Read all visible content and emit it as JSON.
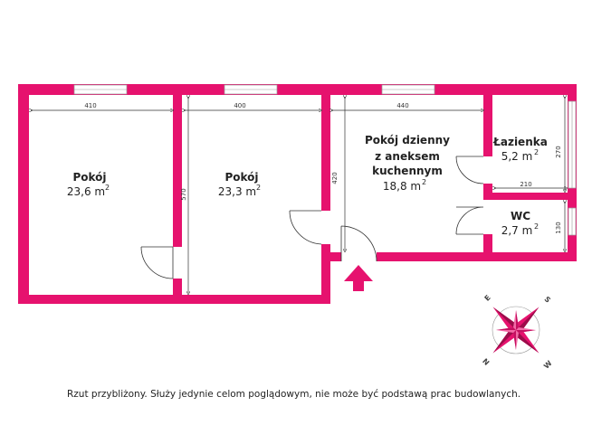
{
  "colors": {
    "wall": "#e6126e",
    "line": "#333333",
    "compass_fill": "#e6126e"
  },
  "rooms": [
    {
      "name": "Pokój",
      "area": "23,6 m",
      "sup": "2"
    },
    {
      "name": "Pokój",
      "area": "23,3 m",
      "sup": "2"
    },
    {
      "name_lines": [
        "Pokój dzienny",
        "z aneksem",
        "kuchennym"
      ],
      "area": "18,8 m",
      "sup": "2"
    },
    {
      "name": "Łazienka",
      "area": "5,2 m",
      "sup": "2"
    },
    {
      "name": "WC",
      "area": "2,7 m",
      "sup": "2"
    }
  ],
  "dimensions": {
    "room1_width": "410",
    "room2_width": "400",
    "room3_width": "440",
    "height_left": "570",
    "height_middle": "420",
    "bath_height": "270",
    "bath_width": "210",
    "wc_height": "130"
  },
  "compass": {
    "n": "N",
    "s": "S",
    "e": "E",
    "w": "W"
  },
  "icons": [
    "entrance-arrow-icon",
    "compass-rose-icon"
  ],
  "note": "Rzut przybliżony. Służy jedynie celom poglądowym, nie może być podstawą prac budowlanych."
}
